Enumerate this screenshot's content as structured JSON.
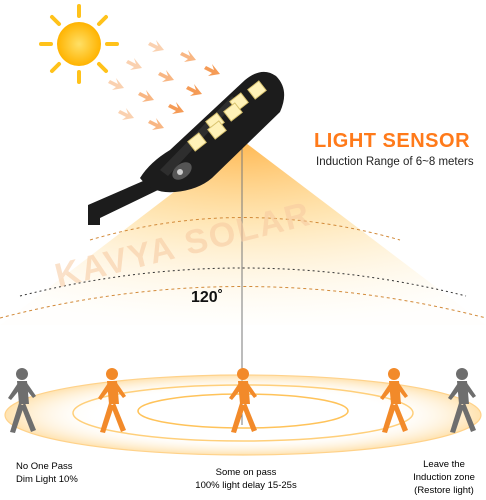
{
  "watermark": "KAVYA SOLAR",
  "sensor": {
    "title": "LIGHT SENSOR",
    "subtitle": "Induction Range of 6~8 meters",
    "angle": "120˚"
  },
  "modes": [
    {
      "line1": "No One Pass",
      "line2": "Dim Light 10%",
      "line3": ""
    },
    {
      "line1": "Some on pass",
      "line2": "100% light delay 15-25s",
      "line3": ""
    },
    {
      "line1": "Leave the",
      "line2": "Induction zone",
      "line3": "(Restore light)"
    }
  ],
  "colors": {
    "accent": "#ff7a1a",
    "sun": "#ffc21a",
    "beam": "#ffd27a",
    "walker_active": "#f28a2a",
    "walker_idle": "#6e6e6e",
    "lamp_body": "#1c1c1c",
    "led": "#fff2b8"
  },
  "icons": [
    "sun-icon",
    "solar-arrow-icon",
    "street-lamp-icon",
    "walking-person-icon"
  ]
}
